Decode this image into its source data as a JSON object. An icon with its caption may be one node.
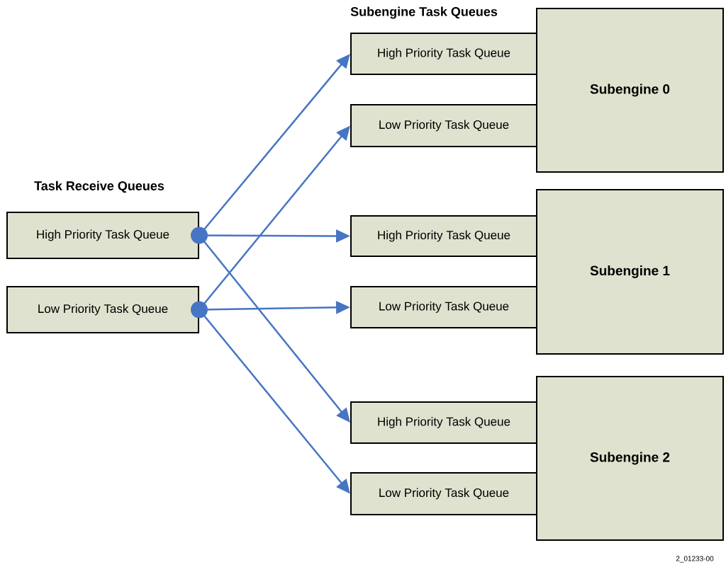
{
  "diagram": {
    "nodes": [
      {
        "text": [
          "High Priority Task Queue"
        ]
      },
      {
        "text": [
          "Low Priority Task Queue"
        ]
      },
      {
        "text": [
          "High Priority Task Queue"
        ]
      },
      {
        "text": [
          "Low Priority Task Queue"
        ]
      },
      {
        "text": [
          "Subengine 0"
        ]
      },
      {
        "text": [
          "High Priority Task Queue"
        ]
      },
      {
        "text": [
          "Low Priority Task Queue"
        ]
      },
      {
        "text": [
          "Subengine 1"
        ]
      },
      {
        "text": [
          "High Priority Task Queue"
        ]
      },
      {
        "text": [
          "Low Priority Task Queue"
        ]
      },
      {
        "text": [
          "Subengine 2"
        ]
      }
    ],
    "edges": [
      {
        "from": 0,
        "to": 2,
        "arrow": "to"
      },
      {
        "from": 0,
        "to": 5,
        "arrow": "to"
      },
      {
        "from": 0,
        "to": 8,
        "arrow": "to"
      },
      {
        "from": 1,
        "to": 3,
        "arrow": "to"
      },
      {
        "from": 1,
        "to": 6,
        "arrow": "to"
      },
      {
        "from": 1,
        "to": 9,
        "arrow": "to"
      }
    ],
    "labels": [
      "Subengine Task Queues",
      "Task Receive Queues",
      "2_01233-00"
    ]
  }
}
